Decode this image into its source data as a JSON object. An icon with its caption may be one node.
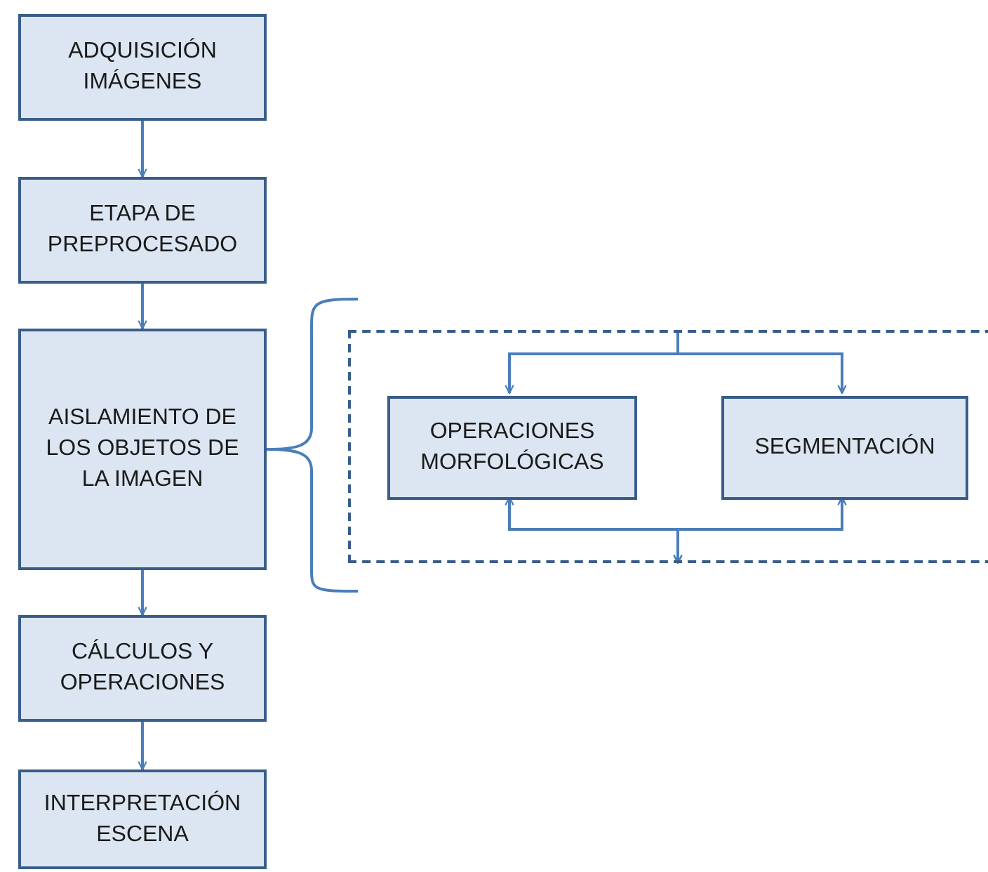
{
  "diagram": {
    "nodes": [
      {
        "text": [
          "ADQUISICIÓN IMÁGENES"
        ]
      },
      {
        "text": [
          "ETAPA DE PREPROCESADO"
        ]
      },
      {
        "text": [
          "AISLAMIENTO DE LOS OBJETOS DE LA IMAGEN"
        ]
      },
      {
        "text": [
          "CÁLCULOS Y OPERACIONES"
        ]
      },
      {
        "text": [
          "INTERPRETACIÓN ESCENA"
        ]
      },
      {
        "text": [],
        "shape": "box"
      },
      {
        "text": [
          "OPERACIONES MORFOLÓGICAS"
        ],
        "in": 5
      },
      {
        "text": [
          "SEGMENTACIÓN"
        ],
        "in": 5
      }
    ],
    "edges": [
      {
        "from": 0,
        "to": 1,
        "arrow": "to"
      },
      {
        "from": 1,
        "to": 2,
        "arrow": "to"
      },
      {
        "from": 2,
        "to": 3,
        "arrow": "to"
      },
      {
        "from": 3,
        "to": 4,
        "arrow": "to"
      },
      {
        "from": 5,
        "to": 6,
        "arrow": "to"
      },
      {
        "from": 5,
        "to": 7,
        "arrow": "to"
      },
      {
        "from": 6,
        "to": 5,
        "arrow": "both"
      },
      {
        "from": 7,
        "to": 5,
        "arrow": "both"
      }
    ]
  }
}
